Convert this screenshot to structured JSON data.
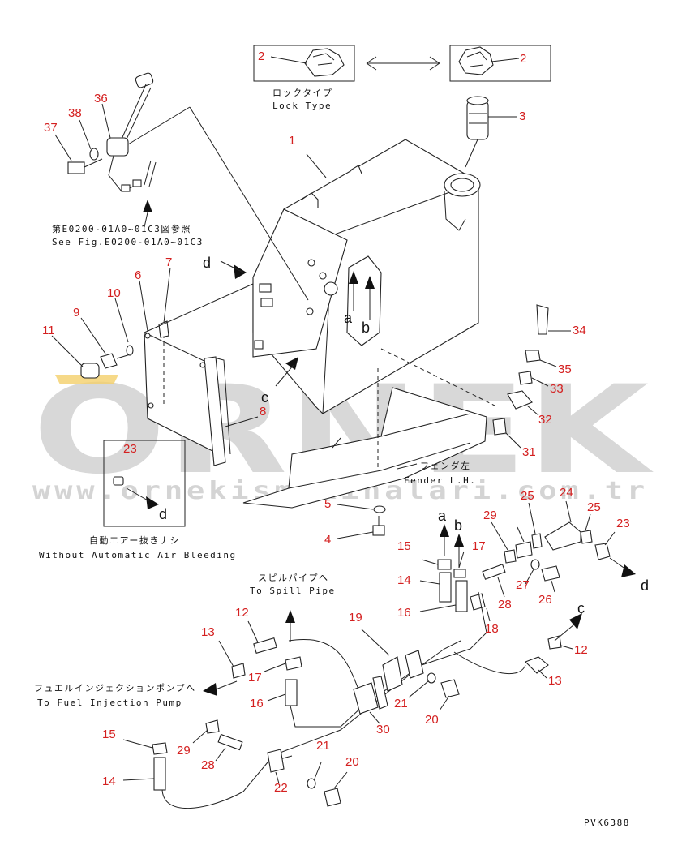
{
  "watermark": {
    "brand": "ORNEK",
    "site": "www.ornekismakinalari.com.tr"
  },
  "lock_type": {
    "jp": "ロックタイプ",
    "en": "Lock Type"
  },
  "see_fig": {
    "jp": "第E0200-01A0~01C3図参照",
    "en": "See Fig.E0200-01A0~01C3"
  },
  "fender": {
    "jp": "フェンダ左",
    "en": "Fender L.H."
  },
  "no_air_bleed": {
    "jp": "自動エアー抜きナシ",
    "en": "Without Automatic Air Bleeding"
  },
  "spill_pipe": {
    "jp": "スピルパイプへ",
    "en": "To Spill Pipe"
  },
  "injection_pump": {
    "jp": "フュエルインジェクションポンプへ",
    "en": "To Fuel Injection Pump"
  },
  "drawing_code": "PVK6388",
  "callouts": {
    "c1": "1",
    "c2a": "2",
    "c2b": "2",
    "c3": "3",
    "c4": "4",
    "c5": "5",
    "c6": "6",
    "c7": "7",
    "c8": "8",
    "c9": "9",
    "c10": "10",
    "c11": "11",
    "c12a": "12",
    "c12b": "12",
    "c13a": "13",
    "c13b": "13",
    "c14a": "14",
    "c14b": "14",
    "c15a": "15",
    "c15b": "15",
    "c16a": "16",
    "c16b": "16",
    "c17a": "17",
    "c17b": "17",
    "c18": "18",
    "c19": "19",
    "c20a": "20",
    "c20b": "20",
    "c21a": "21",
    "c21b": "21",
    "c22": "22",
    "c23a": "23",
    "c23b": "23",
    "c24": "24",
    "c25a": "25",
    "c25b": "25",
    "c26": "26",
    "c27": "27",
    "c28a": "28",
    "c28b": "28",
    "c29a": "29",
    "c29b": "29",
    "c30": "30",
    "c31": "31",
    "c32": "32",
    "c33": "33",
    "c34": "34",
    "c35": "35",
    "c36": "36",
    "c37": "37",
    "c38": "38"
  },
  "refs": {
    "a1": "a",
    "a2": "a",
    "b1": "b",
    "b2": "b",
    "c1": "c",
    "c2": "c",
    "d1": "d",
    "d2": "d",
    "d3": "d"
  }
}
